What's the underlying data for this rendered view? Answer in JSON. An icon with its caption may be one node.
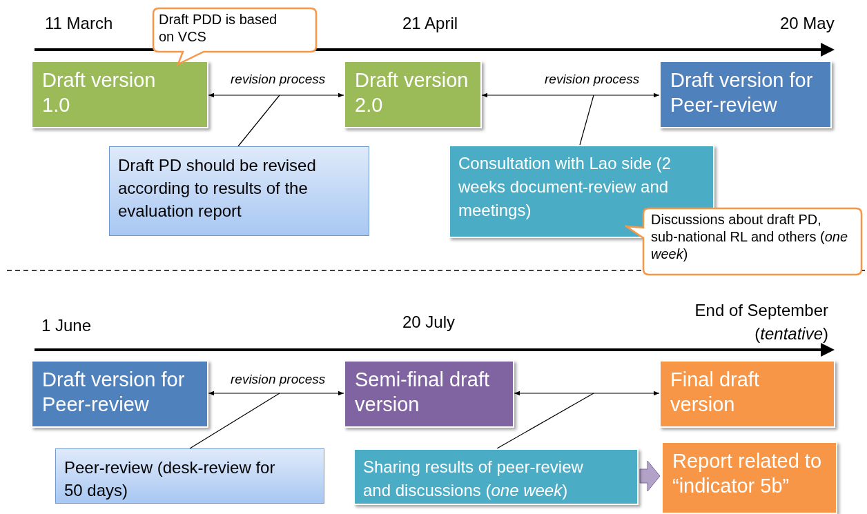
{
  "diagram": {
    "nodes": [
      {
        "text": [
          "Draft version 1.0"
        ]
      },
      {
        "text": [
          "Draft version 2.0"
        ]
      },
      {
        "text": [
          "Draft version for Peer-review"
        ]
      },
      {
        "text": [
          "Draft  PDD is based on VCS"
        ]
      },
      {
        "text": [
          "Draft PD should be revised according to results of the evaluation report"
        ]
      },
      {
        "text": [
          "Consultation with Lao side (2 weeks document-review and meetings)"
        ]
      },
      {
        "text": [
          "Discussions about draft PD, sub-national RL and others (*one week*)"
        ]
      },
      {
        "text": [
          "Draft version for Peer-review"
        ]
      },
      {
        "text": [
          "Semi-final draft version"
        ]
      },
      {
        "text": [
          "Final draft version"
        ]
      },
      {
        "text": [
          "Peer-review (desk-review for 50 days)"
        ]
      },
      {
        "text": [
          "Sharing results of peer-review and discussions (*one week*)"
        ]
      },
      {
        "text": [
          "Report related to “indicator 5b”"
        ]
      }
    ],
    "edges": [
      {
        "from": 0,
        "to": 1,
        "arrow": "both",
        "label": "revision process"
      },
      {
        "from": 1,
        "to": 2,
        "arrow": "both",
        "label": "revision process"
      },
      {
        "from": 4,
        "to": null,
        "arrow": "none"
      },
      {
        "from": 5,
        "to": null,
        "arrow": "none"
      },
      {
        "from": 7,
        "to": 8,
        "arrow": "both",
        "label": "revision process"
      },
      {
        "from": 8,
        "to": 9,
        "arrow": "both"
      },
      {
        "from": 10,
        "to": null,
        "arrow": "none"
      },
      {
        "from": 11,
        "to": null,
        "arrow": "none"
      },
      {
        "from": 11,
        "to": 12,
        "arrow": "to",
        "style": "thick",
        "color": "#b3a2c7"
      }
    ],
    "labels": [
      "11 March",
      "21 April",
      "20 May",
      "1 June",
      "20 July",
      "End of September (*tentative*)"
    ]
  }
}
